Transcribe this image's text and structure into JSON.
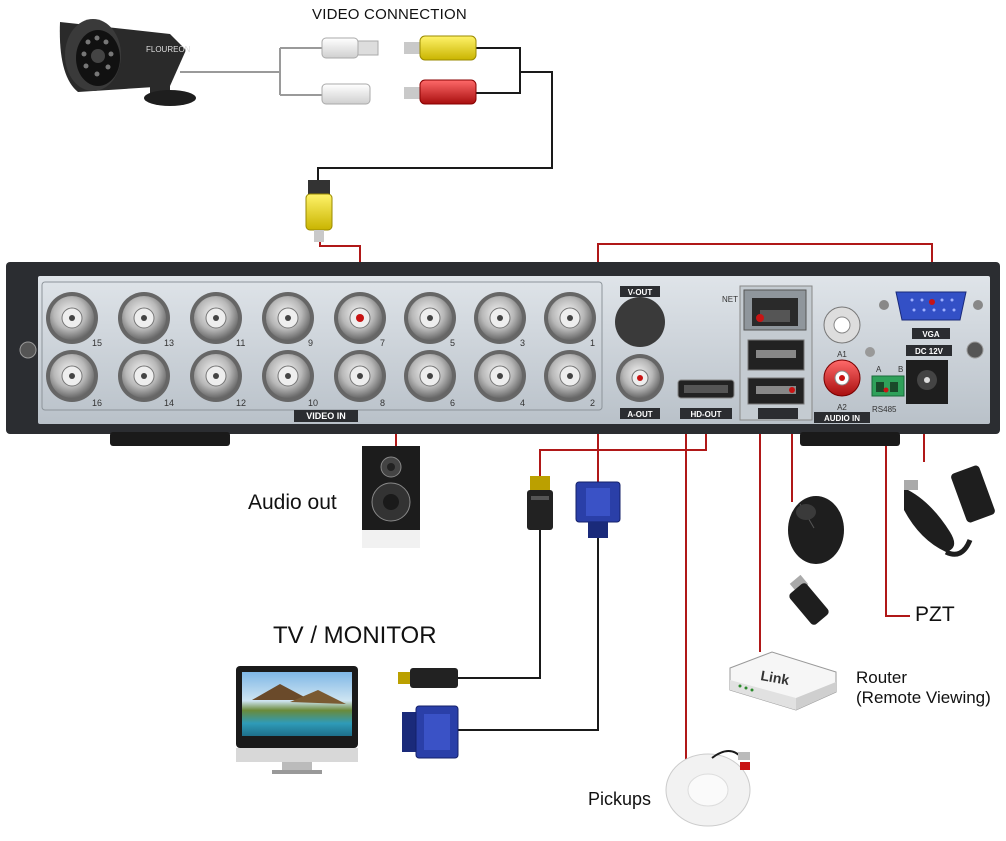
{
  "title": "VIDEO CONNECTION",
  "camera_brand": "FLOUREON",
  "panel": {
    "video_in_label": "VIDEO IN",
    "top_row_numbers": [
      "15",
      "13",
      "11",
      "9",
      "7",
      "5",
      "3",
      "1"
    ],
    "bottom_row_numbers": [
      "16",
      "14",
      "12",
      "10",
      "8",
      "6",
      "4",
      "2"
    ],
    "v_out_label": "V-OUT",
    "a_out_label": "A-OUT",
    "hd_out_label": "HD-OUT",
    "net_label": "NET",
    "a1_label": "A1",
    "a2_label": "A2",
    "audio_in_label": "AUDIO IN",
    "vga_label": "VGA",
    "dc_label": "DC 12V",
    "rs485_label": "RS485",
    "a_label": "A",
    "b_label": "B"
  },
  "devices": {
    "audio_out": "Audio out",
    "tv_monitor": "TV / MONITOR",
    "pzt": "PZT",
    "router_line1": "Router",
    "router_line2": "(Remote Viewing)",
    "router_brand": "Link",
    "pickups": "Pickups"
  },
  "colors": {
    "red_wire": "#b01818",
    "black_wire": "#1a1a1a",
    "rca_yellow": "#e8d800",
    "rca_red": "#d21a1a",
    "vga_blue": "#2a3fa8",
    "panel_face": "#cfd6dd",
    "chassis": "#2b2d31"
  }
}
